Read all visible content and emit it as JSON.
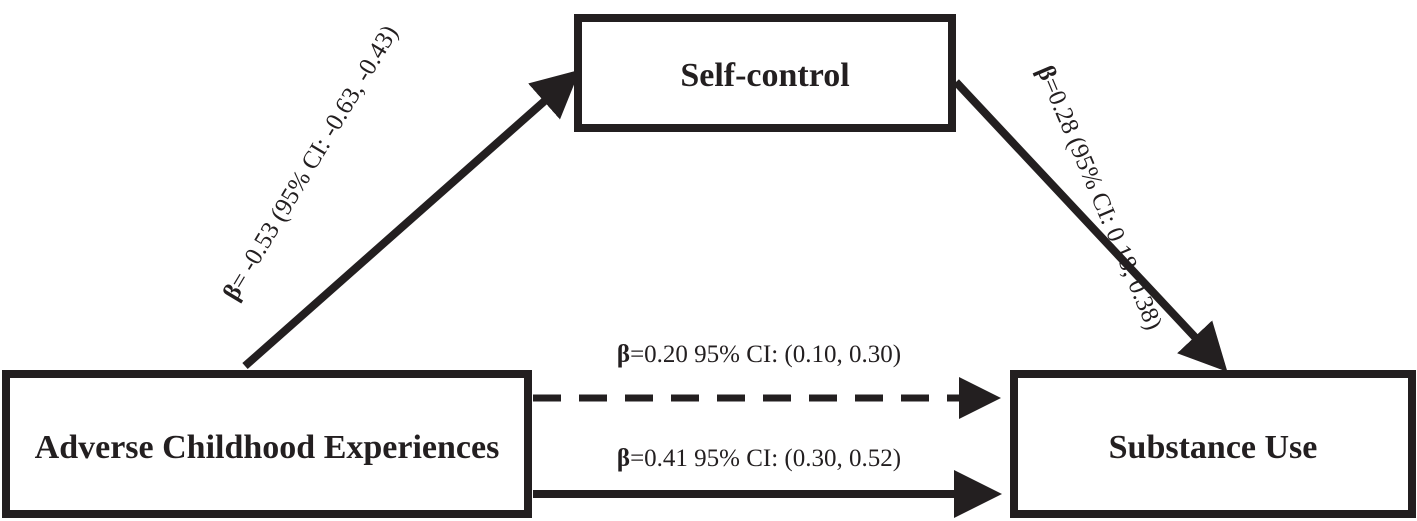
{
  "nodes": {
    "mediator": {
      "label": "Self-control"
    },
    "predictor": {
      "label": "Adverse Childhood Experiences"
    },
    "outcome": {
      "label": "Substance Use"
    }
  },
  "paths": {
    "a": {
      "beta_symbol": "β",
      "text": "= -0.53 (95% CI: -0.63, -0.43)"
    },
    "b": {
      "beta_symbol": "β",
      "text": "=0.28 (95% CI: 0.18, 0.38)"
    },
    "total": {
      "beta_symbol": "β",
      "text": "=0.41 95% CI: (0.30, 0.52)"
    },
    "direct": {
      "beta_symbol": "β",
      "text": "=0.20 95% CI: (0.10, 0.30)"
    }
  },
  "colors": {
    "ink": "#231f20",
    "background": "#ffffff"
  }
}
